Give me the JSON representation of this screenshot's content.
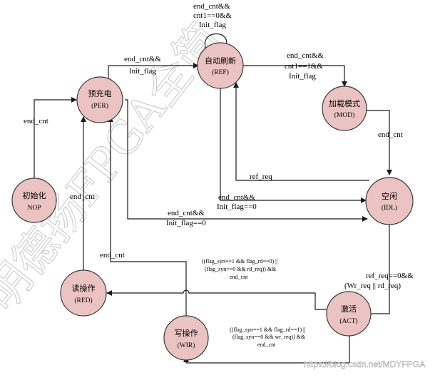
{
  "states": {
    "nop": {
      "name": "初始化",
      "abbr": "NOP"
    },
    "per": {
      "name": "预充电",
      "abbr": "(PER)"
    },
    "ref": {
      "name": "自动刷新",
      "abbr": "(REF)"
    },
    "mod": {
      "name": "加载模式",
      "abbr": "(MOD)"
    },
    "idl": {
      "name": "空闲",
      "abbr": "(IDL)"
    },
    "act": {
      "name": "激活",
      "abbr": "(ACT)"
    },
    "red": {
      "name": "读操作",
      "abbr": "(RED)"
    },
    "wir": {
      "name": "写操作",
      "abbr": "(WIR)"
    }
  },
  "transitions": {
    "nop_to_per": "end_cnt",
    "per_to_ref": [
      "end_cnt&&",
      "Init_flag"
    ],
    "ref_self": [
      "end_cnt&&",
      "cnt1==0&&",
      "Init_flag"
    ],
    "ref_to_mod": [
      "end_cnt&&",
      "cnt1==1&&",
      "Init_flag"
    ],
    "mod_to_idl": "end_cnt",
    "idl_to_ref": "ref_req",
    "ref_to_idl": [
      "end_cnt&&",
      "Init_flag==0"
    ],
    "per_to_idl": [
      "end_cnt&&",
      "Init_flag==0"
    ],
    "idl_to_act": [
      "ref_req==0&&",
      "(Wr_req || rd_req)"
    ],
    "red_to_per": "end_cnt",
    "wir_to_per": "end_cnt",
    "act_to_red": [
      "((flag_syn==1 && flag_rd==0) ||",
      "(flag_syn==0 && rd_req)) &&",
      "end_cnt"
    ],
    "act_to_wir": [
      "((flag_syn==1 && flag_rd==1) ||",
      "(flag_syn==0 && wr_req)) &&",
      "end_cnt"
    ]
  },
  "watermark": {
    "text": "明德扬FPGA全简",
    "url": "https://blog.csdn.net/MDYFPGA"
  }
}
